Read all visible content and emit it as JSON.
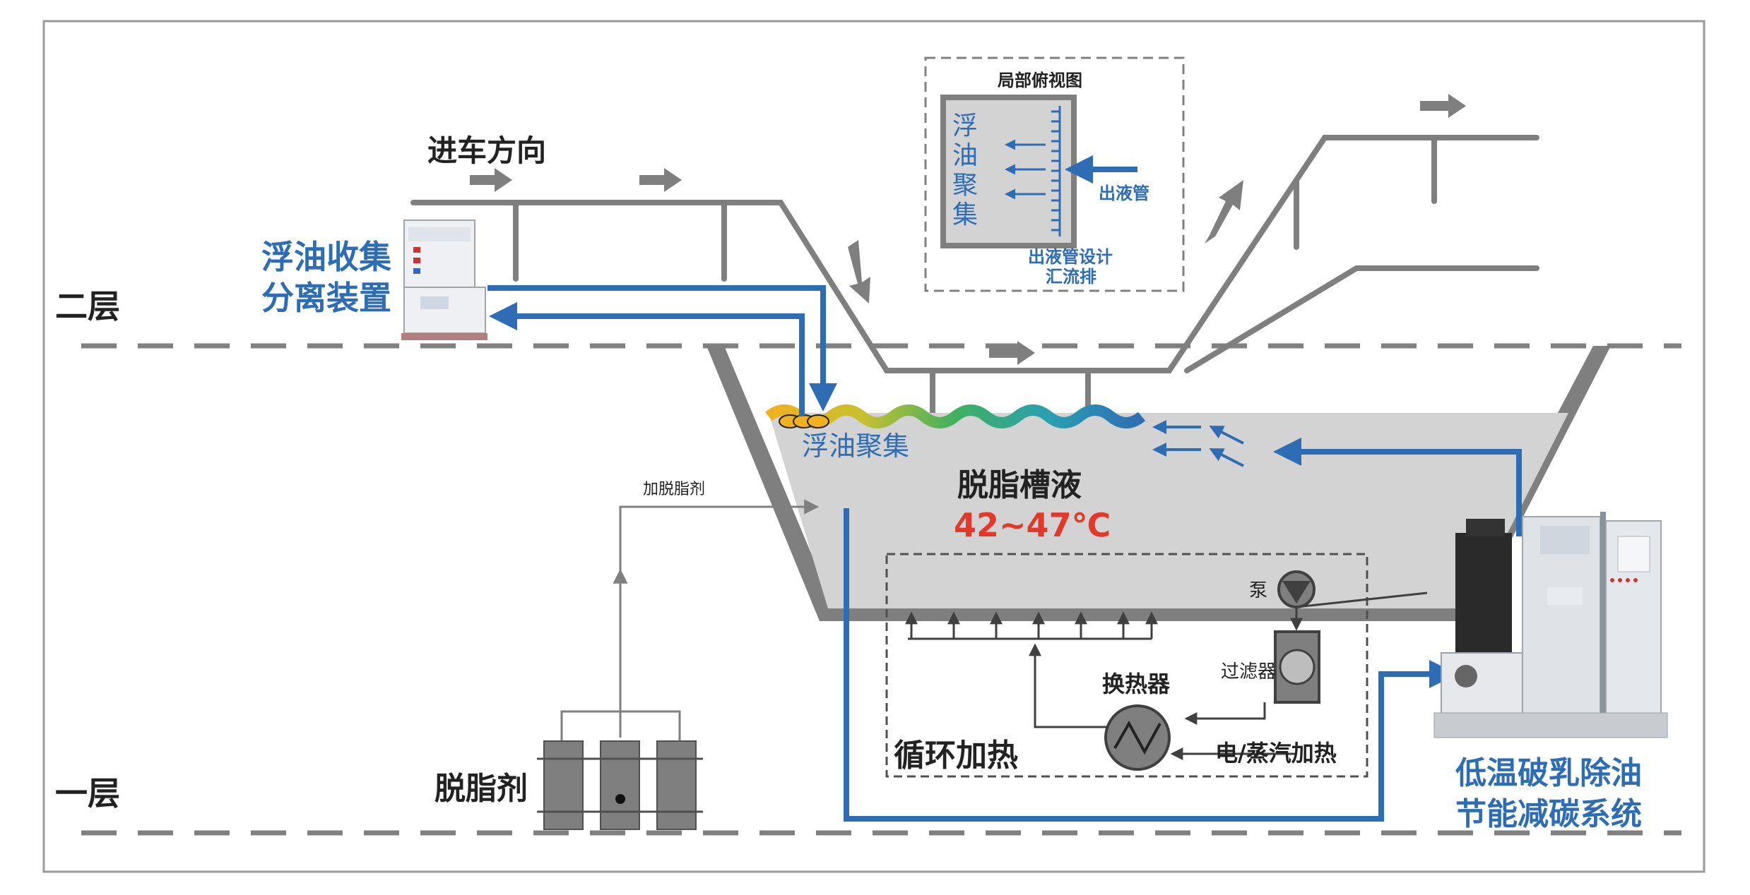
{
  "labels": {
    "direction": "进车方向",
    "floor2": "二层",
    "floor1": "一层",
    "oil_device_l1": "浮油收集",
    "oil_device_l2": "分离装置",
    "oil_collect": "浮油聚集",
    "tank_liquid": "脱脂槽液",
    "temperature": "42~47℃",
    "add_degreaser": "加脱脂剂",
    "degreaser": "脱脂剂",
    "pump": "泵",
    "filter": "过滤器",
    "heat_exchanger": "换热器",
    "heating": "电/蒸汽加热",
    "circulation": "循环加热",
    "system_l1": "低温破乳除油",
    "system_l2": "节能减碳系统"
  },
  "inset": {
    "title": "局部俯视图",
    "side_chars": [
      "浮",
      "油",
      "聚",
      "集"
    ],
    "outlet_pipe": "出液管",
    "caption_l1": "出液管设计",
    "caption_l2": "汇流排"
  },
  "colors": {
    "pipe_blue": "#2e6db4",
    "label_blue": "#2e6db4",
    "temp_red": "#e23a2a",
    "conveyor_gray": "#7f7f7f",
    "tank_fill": "#d3d3d3",
    "dark_gray": "#404040"
  }
}
